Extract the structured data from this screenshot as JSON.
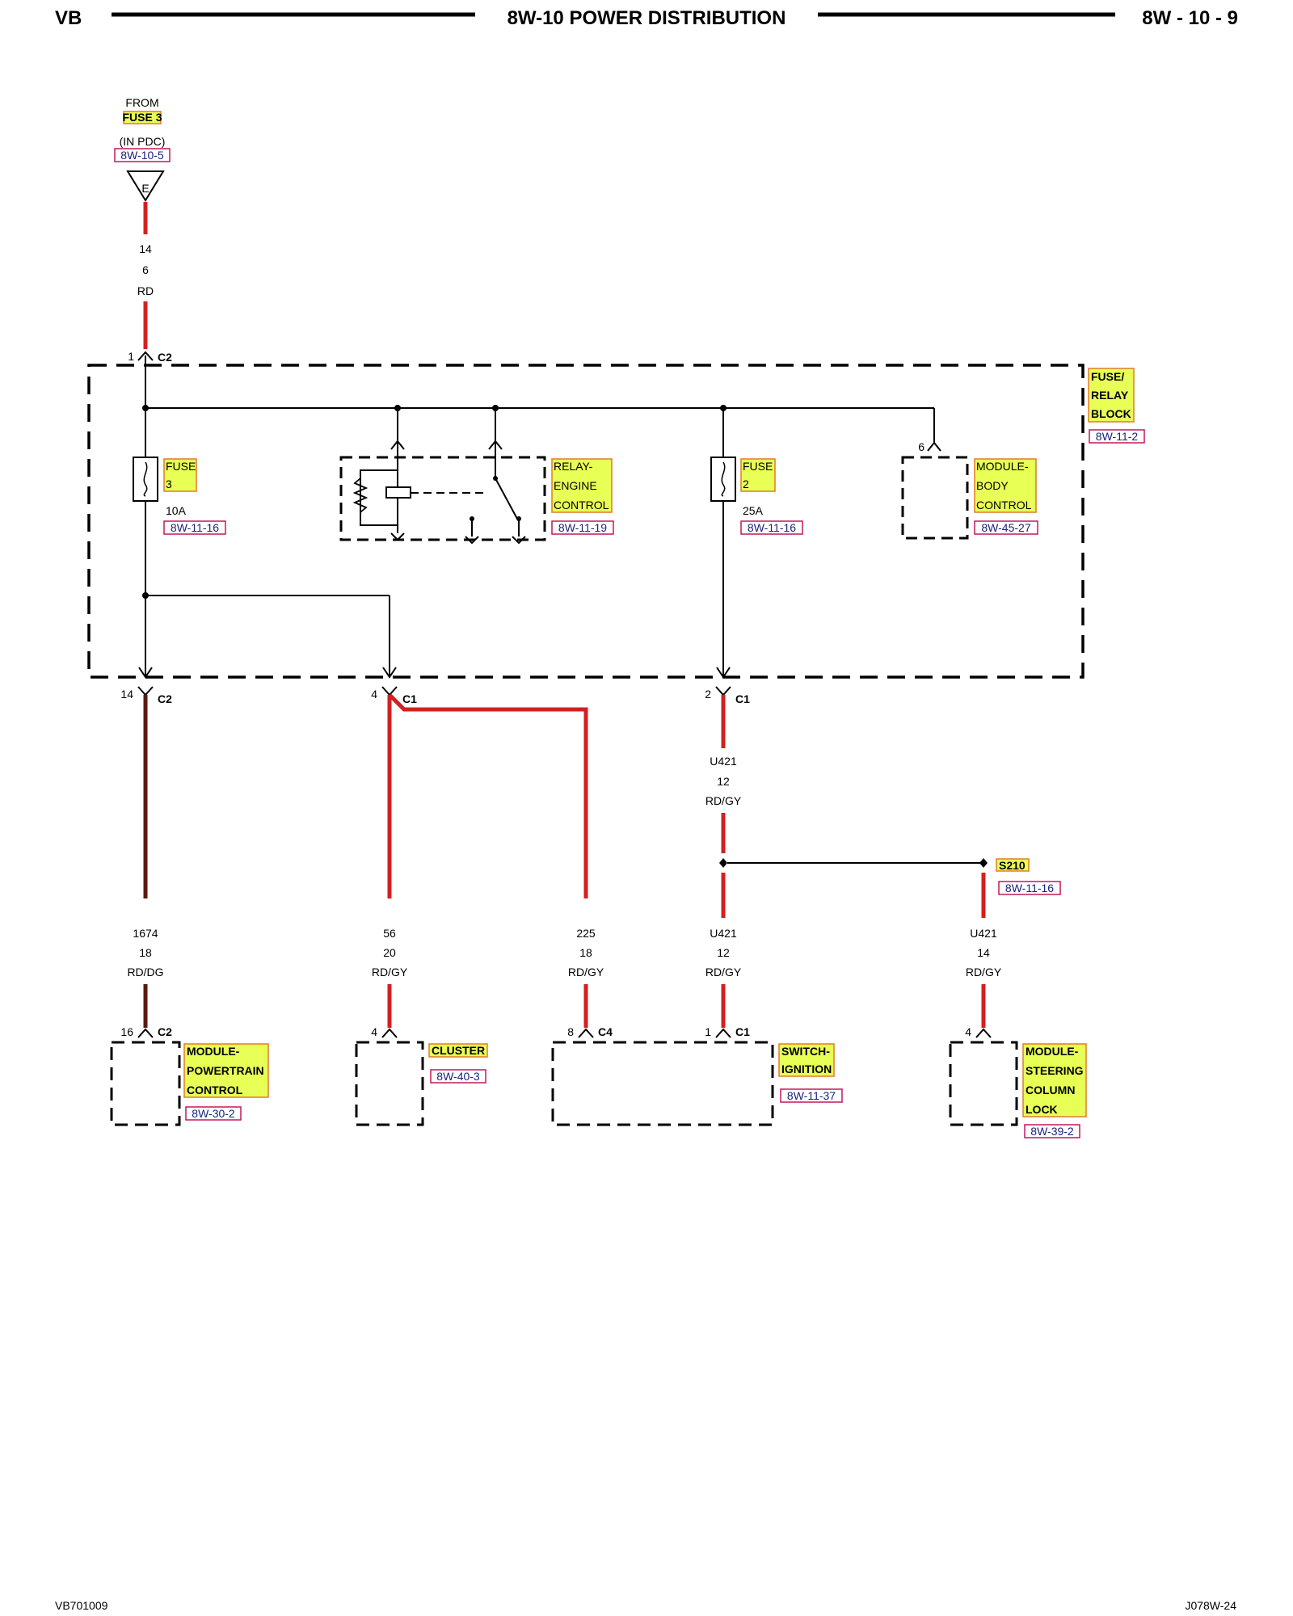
{
  "header": {
    "left": "VB",
    "title": "8W-10 POWER DISTRIBUTION",
    "right": "8W - 10 - 9"
  },
  "footer": {
    "left": "VB701009",
    "right": "J078W-24"
  },
  "source": {
    "from": "FROM",
    "fuse": "FUSE 3",
    "location": "(IN PDC)",
    "ref": "8W-10-5",
    "terminal": "E",
    "wire_circuit": "14",
    "wire_gauge": "6",
    "wire_color": "RD"
  },
  "fuse_relay_block": {
    "label": [
      "FUSE/",
      "RELAY",
      "BLOCK"
    ],
    "ref": "8W-11-2",
    "input_pin": "1",
    "input_conn": "C2",
    "fuse3": {
      "label": [
        "FUSE",
        "3"
      ],
      "rating": "10A",
      "ref": "8W-11-16"
    },
    "relay": {
      "label": [
        "RELAY-",
        "ENGINE",
        "CONTROL"
      ],
      "ref": "8W-11-19"
    },
    "fuse2": {
      "label": [
        "FUSE",
        "2"
      ],
      "rating": "25A",
      "ref": "8W-11-16"
    },
    "bcm": {
      "pin": "6",
      "label": [
        "MODULE-",
        "BODY",
        "CONTROL"
      ],
      "ref": "8W-45-27"
    }
  },
  "outputs": {
    "out1": {
      "pin": "14",
      "conn": "C2"
    },
    "out2": {
      "pin": "4",
      "conn": "C1"
    },
    "out3": {
      "pin": "2",
      "conn": "C1"
    }
  },
  "wires": {
    "w1674": {
      "circuit": "1674",
      "gauge": "18",
      "color": "RD/DG"
    },
    "w56": {
      "circuit": "56",
      "gauge": "20",
      "color": "RD/GY"
    },
    "w225": {
      "circuit": "225",
      "gauge": "18",
      "color": "RD/GY"
    },
    "wU421a": {
      "circuit": "U421",
      "gauge": "12",
      "color": "RD/GY"
    },
    "wU421b": {
      "circuit": "U421",
      "gauge": "12",
      "color": "RD/GY"
    },
    "wU421c": {
      "circuit": "U421",
      "gauge": "14",
      "color": "RD/GY"
    }
  },
  "splice": {
    "label": "S210",
    "ref": "8W-11-16"
  },
  "components": {
    "pcm": {
      "pin": "16",
      "conn": "C2",
      "label": [
        "MODULE-",
        "POWERTRAIN",
        "CONTROL"
      ],
      "ref": "8W-30-2"
    },
    "cluster": {
      "pin": "4",
      "label": [
        "CLUSTER"
      ],
      "ref": "8W-40-3"
    },
    "ignition": {
      "pin_a": "8",
      "conn_a": "C4",
      "pin_b": "1",
      "conn_b": "C1",
      "label": [
        "SWITCH-",
        "IGNITION"
      ],
      "ref": "8W-11-37"
    },
    "steering": {
      "pin": "4",
      "label": [
        "MODULE-",
        "STEERING",
        "COLUMN",
        "LOCK"
      ],
      "ref": "8W-39-2"
    }
  },
  "colors": {
    "wire_red": "#d32020",
    "wire_dark": "#5a1a10",
    "highlight": "#e8ff55",
    "highlight_border": "#e07b2a",
    "ref_border": "#c2185b",
    "ref_text": "#1a237e"
  }
}
